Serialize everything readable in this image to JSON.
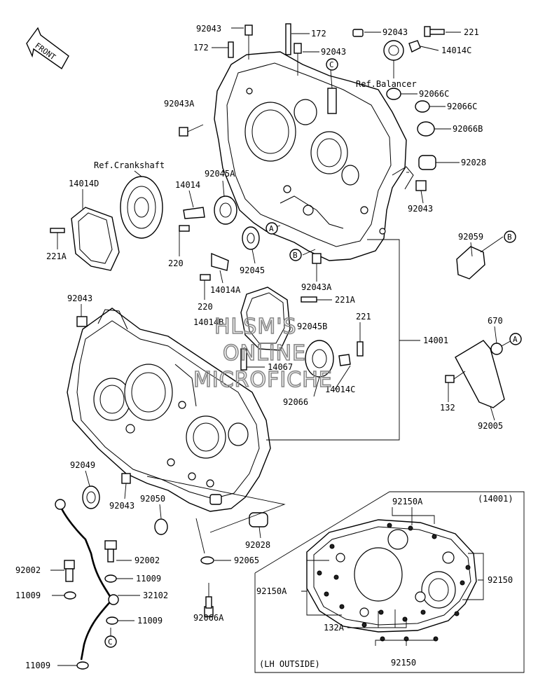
{
  "front_label": "FRONT",
  "labels": {
    "p92043_top": "92043",
    "p172_top": "172",
    "p172_left": "172",
    "p92043_mid": "92043",
    "p92043_tr": "92043",
    "p221_tr": "221",
    "p14014C_tr": "14014C",
    "ref_balancer": "Ref.Balancer",
    "p92066C_a": "92066C",
    "p92066C_b": "92066C",
    "p92066B": "92066B",
    "p92028_tr": "92028",
    "p92043_r": "92043",
    "p92043A_l": "92043A",
    "ref_crankshaft": "Ref.Crankshaft",
    "p14014D": "14014D",
    "p14014": "14014",
    "p92045A": "92045A",
    "p221A_l": "221A",
    "p220_a": "220",
    "p92045": "92045",
    "p14014A": "14014A",
    "p220_b": "220",
    "p92043A_c": "92043A",
    "p221A_c": "221A",
    "p14014B": "14014B",
    "p92045B": "92045B",
    "p221_c": "221",
    "p14001": "14001",
    "p14067": "14067",
    "p14014C_c": "14014C",
    "p92066": "92066",
    "p92059": "92059",
    "p670": "670",
    "p132": "132",
    "p92005": "92005",
    "p92043_l": "92043",
    "p92049": "92049",
    "p92043_bl": "92043",
    "p92050": "92050",
    "p92028_b": "92028",
    "p92065": "92065",
    "p92066A": "92066A",
    "p92002_a": "92002",
    "p92002_b": "92002",
    "p11009_a": "11009",
    "p11009_b": "11009",
    "p32102": "32102",
    "p11009_c": "11009",
    "p11009_d": "11009",
    "inset_ref": "(14001)",
    "p92150A_top": "92150A",
    "p92150_r": "92150",
    "p92150A_l": "92150A",
    "p132A": "132A",
    "p92150_b": "92150",
    "inset_caption": "(LH OUTSIDE)"
  },
  "callouts": {
    "c_top": "C",
    "c_bottom": "C",
    "a_left": "A",
    "a_right": "A",
    "b_left": "B",
    "b_right": "B"
  },
  "watermark": {
    "line1": "HLSM'S",
    "line2": "ONLINE",
    "line3": "MICROFICHE"
  }
}
